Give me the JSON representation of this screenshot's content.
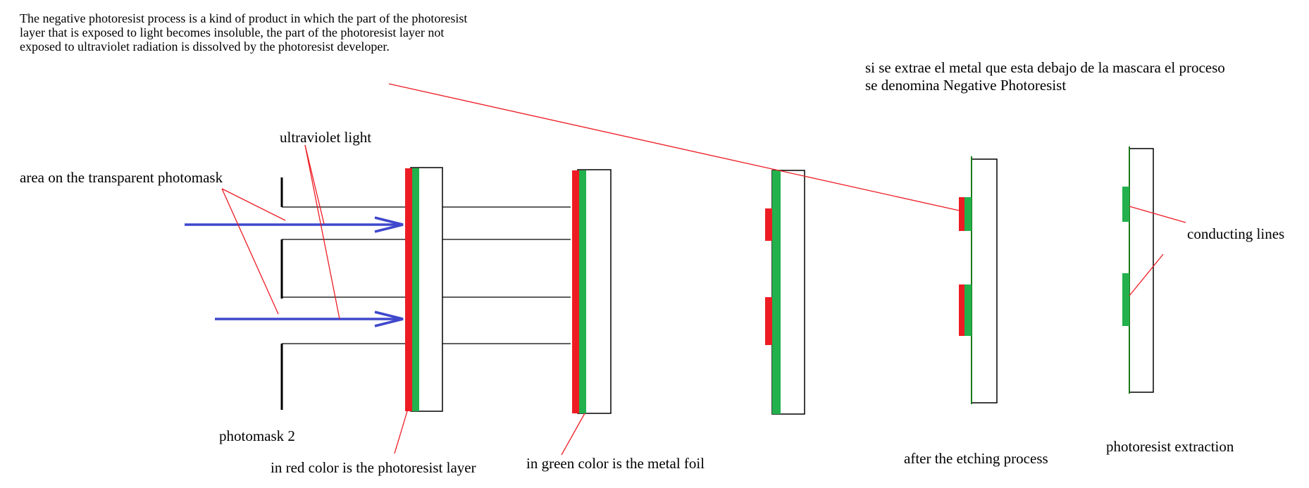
{
  "intro_text": "The negative photoresist process is a kind of product in which the part of the photoresist layer that is exposed to light becomes insoluble, the part of the photoresist layer not exposed to ultraviolet radiation is dissolved by the photoresist developer.",
  "spanish_note": "si se extrae el metal que esta debajo de la mascara el proceso se denomina Negative Photoresist",
  "labels": {
    "uv_light": "ultraviolet light",
    "photomask_area": "area on the transparent photomask",
    "photomask": "photomask 2",
    "photoresist_layer": "in red color is the photoresist layer",
    "metal_foil": "in green color is the metal foil",
    "after_etching": "after the etching process",
    "photoresist_extraction": "photoresist extraction",
    "conducting_lines": "conducting lines"
  },
  "colors": {
    "photoresist": "#ed1c24",
    "metal": "#22b14c",
    "uv_arrow": "#3f48cc",
    "leader": "#ed1c24",
    "outline": "#000000"
  }
}
